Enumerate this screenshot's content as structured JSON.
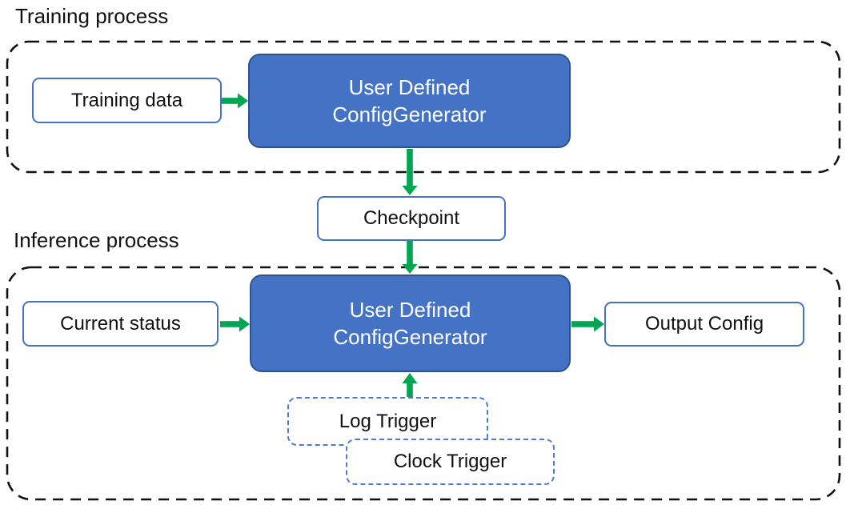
{
  "colors": {
    "node_blue": "#4472C4",
    "node_blue_border": "#2F528F",
    "light_box_border": "#4472C4",
    "trigger_dash_border": "#4A7CCF",
    "arrow_green": "#00A651",
    "container_dash": "#111111",
    "text": "#111111",
    "generator_text": "#ffffff"
  },
  "training_section": {
    "label": "Training process",
    "input_box": "Training data",
    "generator": {
      "line1": "User Defined",
      "line2": "ConfigGenerator"
    }
  },
  "checkpoint_box": {
    "label": "Checkpoint"
  },
  "inference_section": {
    "label": "Inference process",
    "input_box": "Current status",
    "generator": {
      "line1": "User Defined",
      "line2": "ConfigGenerator"
    },
    "output_box": "Output Config",
    "triggers": {
      "log": "Log Trigger",
      "clock": "Clock Trigger"
    }
  }
}
